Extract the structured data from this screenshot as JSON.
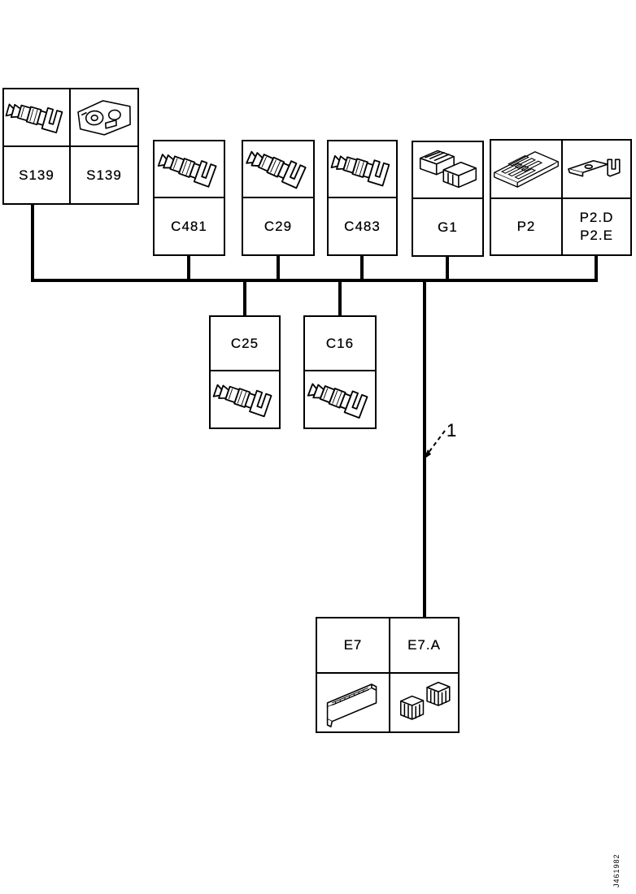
{
  "diagram": {
    "callout_label": "1",
    "footer_code": "J461982",
    "colors": {
      "line": "#000000",
      "background": "#ffffff"
    },
    "boxes": {
      "s139_left": {
        "label": "S139",
        "icon": "flag-terminal-icon"
      },
      "s139_right": {
        "label": "S139",
        "icon": "connector-housing-icon"
      },
      "c481": {
        "label": "C481",
        "icon": "flag-terminal-icon"
      },
      "c29": {
        "label": "C29",
        "icon": "flag-terminal-icon"
      },
      "c483": {
        "label": "C483",
        "icon": "flag-terminal-icon"
      },
      "g1": {
        "label": "G1",
        "icon": "battery-blocks-icon"
      },
      "p2": {
        "label": "P2",
        "icon": "circuit-board-icon"
      },
      "p2d": {
        "label_line1": "P2.D",
        "label_line2": "P2.E",
        "icon": "bracket-connector-icon"
      },
      "c25": {
        "label": "C25",
        "icon": "flag-terminal-icon"
      },
      "c16": {
        "label": "C16",
        "icon": "flag-terminal-icon"
      },
      "e7": {
        "label": "E7",
        "icon": "control-unit-icon"
      },
      "e7a": {
        "label": "E7.A",
        "icon": "relay-pair-icon"
      }
    }
  }
}
